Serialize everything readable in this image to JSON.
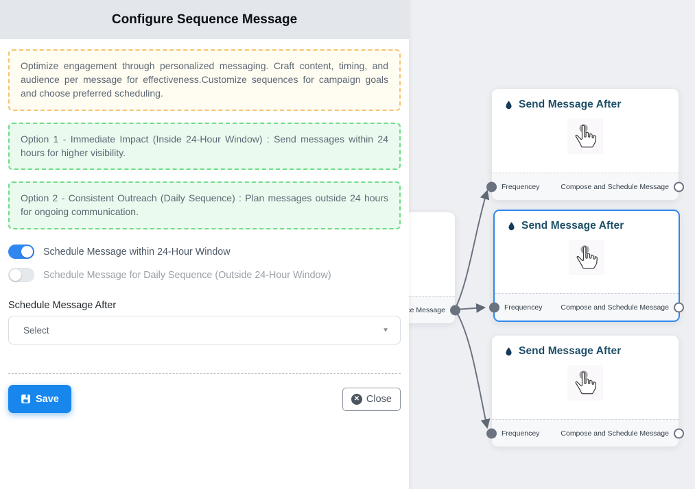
{
  "panel": {
    "title": "Configure Sequence Message",
    "intro": "Optimize engagement through personalized messaging. Craft content, timing, and audience per message for effectiveness.Customize sequences for campaign goals and choose preferred scheduling.",
    "options": [
      "Option 1 - Immediate Impact (Inside 24-Hour Window) : Send messages within 24 hours for higher visibility.",
      "Option 2 - Consistent Outreach (Daily Sequence) : Plan messages outside 24 hours for ongoing communication."
    ],
    "toggles": [
      {
        "label": "Schedule Message within 24-Hour Window",
        "on": true
      },
      {
        "label": "Schedule Message for Daily Sequence (Outside 24-Hour Window)",
        "on": false
      }
    ],
    "select": {
      "label": "Schedule Message After",
      "value": "Select"
    },
    "actions": {
      "save": "Save",
      "close": "Close"
    }
  },
  "flow": {
    "nodes": [
      {
        "title": "Send Message After",
        "input_label": "Frequencey",
        "output_label": "Compose and Schedule Message",
        "selected": false
      },
      {
        "title": "Send Message After",
        "input_label": "Frequencey",
        "output_label": "Compose and Schedule Message",
        "selected": true
      },
      {
        "title": "Send Message After",
        "input_label": "Frequencey",
        "output_label": "Compose and Schedule Message",
        "selected": false
      }
    ],
    "parent_node": {
      "partial_footer_label": "ce Message"
    }
  },
  "icons": {
    "node_header": "droplet-icon",
    "node_body": "tap-hand-icon",
    "save": "floppy-disk-icon",
    "close": "x-circle-icon",
    "select": "caret-down-icon"
  },
  "colors": {
    "accent_blue": "#2e87f0",
    "save_blue": "#1787ee",
    "node_title": "#1d4d66",
    "edge_gray": "#6b7280",
    "yellow_border": "#f5c36f",
    "green_border": "#6ddd84",
    "header_bg": "#e3e6ea",
    "canvas_bg": "#edeff2"
  }
}
